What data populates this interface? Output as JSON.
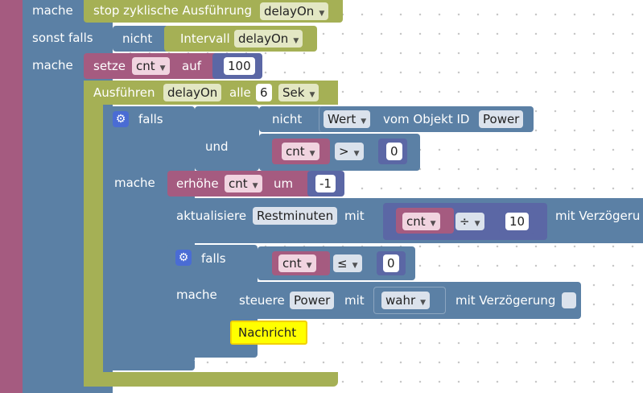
{
  "blocks": {
    "stop_label": "stop zyklische Ausführung",
    "stop_var": "delayOn",
    "mache": "mache",
    "sonst_falls": "sonst falls",
    "nicht": "nicht",
    "intervall": "Intervall",
    "intervall_var": "delayOn",
    "setze": "setze",
    "setze_var": "cnt",
    "auf": "auf",
    "setze_value": "100",
    "ausfuehren": "Ausführen",
    "ausfuehren_var": "delayOn",
    "alle": "alle",
    "alle_value": "6",
    "unit": "Sek",
    "falls": "falls",
    "wert": "Wert",
    "vom_objekt": "vom Objekt ID",
    "objekt_id": "Power",
    "und": "und",
    "cnt": "cnt",
    "gt_op": ">",
    "zero": "0",
    "erhoehe": "erhöhe",
    "um": "um",
    "minus_one": "-1",
    "aktualisiere": "aktualisiere",
    "restminuten": "Restminuten",
    "mit": "mit",
    "div_op": "÷",
    "ten": "10",
    "mit_verzoegerung_cut": "mit Verzögeru",
    "le_op": "≤",
    "steuere": "steuere",
    "power": "Power",
    "wahr": "wahr",
    "mit_verzoegerung": "mit Verzögerung",
    "nachricht": "Nachricht"
  },
  "colors": {
    "logic": "#5b80a5",
    "timer": "#a5b055",
    "variable": "#a55b80",
    "math": "#5b67a5",
    "comment": "#ffff00"
  }
}
